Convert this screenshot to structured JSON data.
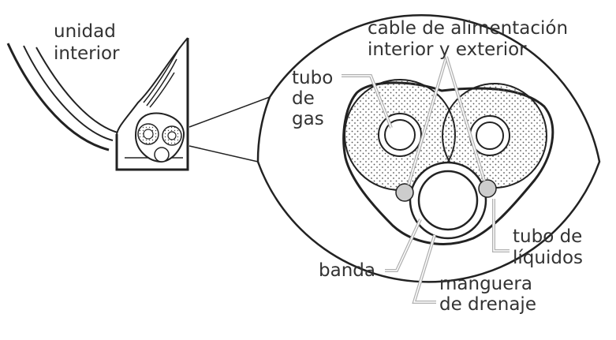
{
  "labels": {
    "unidad_interior": [
      "unidad",
      "interior"
    ],
    "cable": [
      "cable de alimentación",
      "interior y exterior"
    ],
    "tubo_gas": [
      "tubo",
      "de",
      "gas"
    ],
    "banda": "banda",
    "manguera": [
      "manguera",
      "de drenaje"
    ],
    "tubo_liquidos": [
      "tubo de",
      "líquidos"
    ]
  },
  "colors": {
    "ink": "#222222",
    "text": "#333333",
    "leader": "#b0b0b0",
    "band_fill": "#cccccc"
  }
}
